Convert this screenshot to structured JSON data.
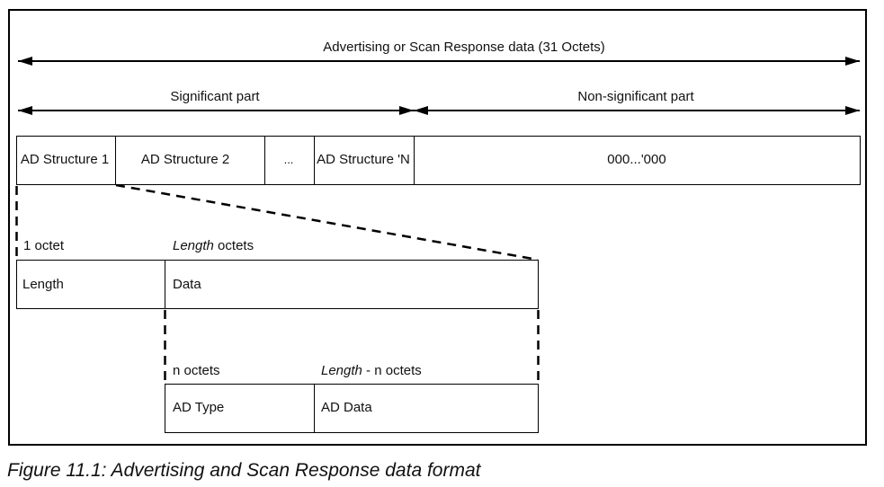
{
  "diagram": {
    "total_label": "Advertising or Scan Response data (31 Octets)",
    "significant_label": "Significant part",
    "nonsignificant_label": "Non-significant part",
    "row1": {
      "ad1": "AD Structure 1",
      "ad2": "AD Structure 2",
      "ellipsis": "...",
      "adn": "AD Structure 'N",
      "zeros": "000...'000"
    },
    "row2": {
      "octet_label": "1 octet",
      "length_octets_em": "Length",
      "length_octets_rest": " octets",
      "length_cell": "Length",
      "data_cell": "Data"
    },
    "row3": {
      "n_octets": "n octets",
      "length_minus_em": "Length",
      "length_minus_rest": " - n octets",
      "ad_type": "AD Type",
      "ad_data": "AD Data"
    }
  },
  "caption": "Figure 11.1: Advertising and Scan Response data format"
}
